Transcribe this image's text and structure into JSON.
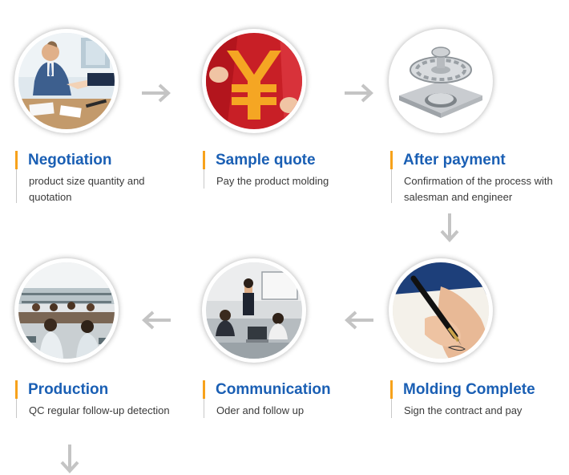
{
  "colors": {
    "accent": "#f7a21b",
    "title": "#1a5fb4",
    "arrow": "#c4c4c4"
  },
  "steps": [
    {
      "title": "Negotiation",
      "desc": "product size quantity and quotation",
      "image": "business-handshake-photo"
    },
    {
      "title": "Sample quote",
      "desc": "Pay the product molding",
      "image": "yuan-sign-photo"
    },
    {
      "title": "After payment",
      "desc": "Confirmation of the process with salesman and engineer",
      "image": "floor-drain-photo"
    },
    {
      "title": "Molding Complete",
      "desc": "Sign the contract and pay",
      "image": "pen-signing-photo"
    },
    {
      "title": "Communication",
      "desc": "Oder and follow up",
      "image": "meeting-photo"
    },
    {
      "title": "Production",
      "desc": "QC regular follow-up detection",
      "image": "factory-workers-photo"
    }
  ],
  "arrows": [
    "arrow-right-icon",
    "arrow-right-icon",
    "arrow-down-icon",
    "arrow-left-icon",
    "arrow-left-icon",
    "arrow-down-icon"
  ]
}
